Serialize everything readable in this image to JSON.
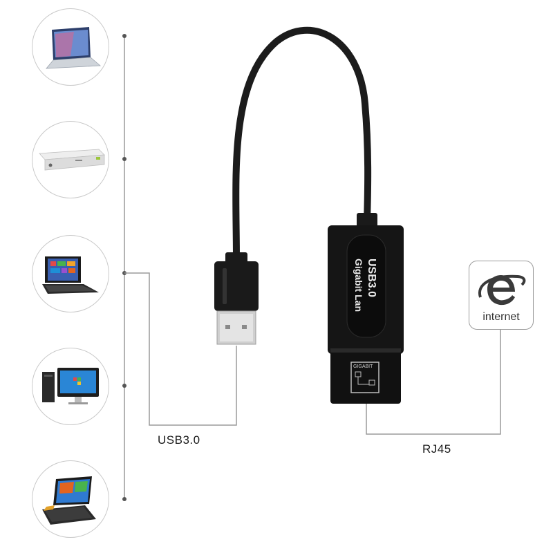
{
  "labels": {
    "usb": "USB3.0",
    "rj45": "RJ45",
    "internet": "internet"
  },
  "adapter": {
    "line1": "USB3.0",
    "line2": "Gigabit Lan",
    "port_label": "GIGABIT"
  },
  "devices": [
    {
      "name": "laptop"
    },
    {
      "name": "tv-box"
    },
    {
      "name": "tablet"
    },
    {
      "name": "desktop-computer"
    },
    {
      "name": "convertible-laptop"
    }
  ],
  "colors": {
    "adapter_body": "#151515",
    "cable": "#1a1a1a",
    "line": "#8c8c8c"
  }
}
